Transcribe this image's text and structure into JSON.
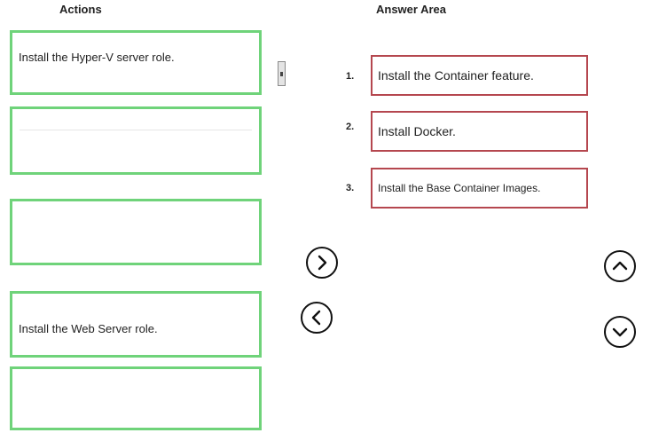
{
  "actions": {
    "heading": "Actions",
    "items": [
      "Install the Hyper-V server role.",
      "",
      "",
      "Install the Web Server role.",
      ""
    ]
  },
  "answer_area": {
    "heading": "Answer Area",
    "slots": [
      {
        "number": "1.",
        "text": "Install the Container feature."
      },
      {
        "number": "2.",
        "text": "Install Docker."
      },
      {
        "number": "3.",
        "text": "Install the Base Container Images."
      }
    ]
  },
  "controls": {
    "move_right_icon": "chevron-right-icon",
    "move_left_icon": "chevron-left-icon",
    "move_up_icon": "chevron-up-icon",
    "move_down_icon": "chevron-down-icon"
  },
  "colors": {
    "action_border": "#6fd37a",
    "answer_border": "#b5474f"
  }
}
